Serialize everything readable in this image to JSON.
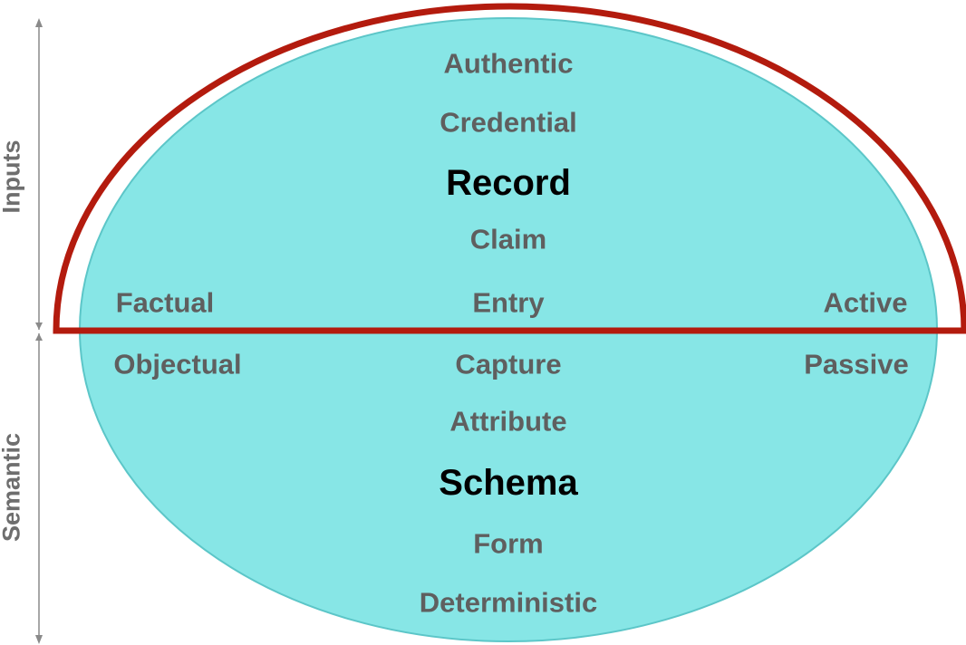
{
  "axis_labels": {
    "upper": "Inputs",
    "lower": "Semantic"
  },
  "upper_terms": {
    "authentic": "Authentic",
    "credential": "Credential",
    "record": "Record",
    "claim": "Claim",
    "factual": "Factual",
    "entry": "Entry",
    "active": "Active"
  },
  "lower_terms": {
    "objectual": "Objectual",
    "capture": "Capture",
    "passive": "Passive",
    "attribute": "Attribute",
    "schema": "Schema",
    "form": "Form",
    "deterministic": "Deterministic"
  },
  "colors": {
    "ellipse_fill": "#87e6e6",
    "ellipse_stroke": "#5cc6c8",
    "outline": "#b31b0e",
    "term_text": "#5f5f5f",
    "key_term_text": "#000000",
    "axis_text": "#6e6e6e",
    "axis_line": "#8a8a8a"
  }
}
